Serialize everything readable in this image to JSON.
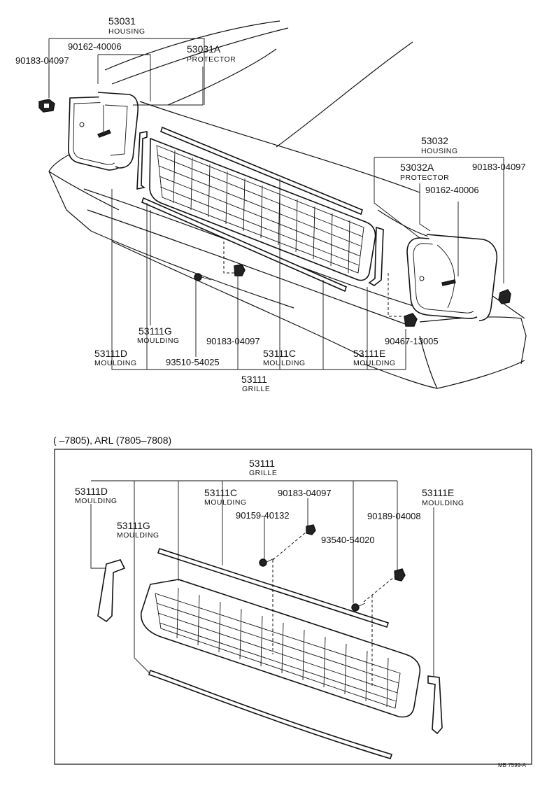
{
  "upper": {
    "housing_l": {
      "pn": "53031",
      "name": "HOUSING"
    },
    "screw_l": {
      "pn": "90162-40006"
    },
    "nut_l": {
      "pn": "90183-04097"
    },
    "protector_l": {
      "pn": "53031A",
      "name": "PROTECTOR"
    },
    "housing_r": {
      "pn": "53032",
      "name": "HOUSING"
    },
    "protector_r": {
      "pn": "53032A",
      "name": "PROTECTOR"
    },
    "nut_r": {
      "pn": "90183-04097"
    },
    "screw_r": {
      "pn": "90162-40006"
    },
    "moulding_g": {
      "pn": "53111G",
      "name": "MOULDING"
    },
    "moulding_d": {
      "pn": "53111D",
      "name": "MOULDING"
    },
    "nut_c": {
      "pn": "90183-04097"
    },
    "screw_c": {
      "pn": "93510-54025"
    },
    "moulding_c": {
      "pn": "53111C",
      "name": "MOULDING"
    },
    "moulding_e": {
      "pn": "53111E",
      "name": "MOULDING"
    },
    "clip": {
      "pn": "90467-13005"
    },
    "grille": {
      "pn": "53111",
      "name": "GRILLE"
    }
  },
  "lower": {
    "caption": "(      –7805), ARL (7805–7808)",
    "grille": {
      "pn": "53111",
      "name": "GRILLE"
    },
    "moulding_d": {
      "pn": "53111D",
      "name": "MOULDING"
    },
    "moulding_c": {
      "pn": "53111C",
      "name": "MOULDING"
    },
    "nut": {
      "pn": "90183-04097"
    },
    "moulding_e": {
      "pn": "53111E",
      "name": "MOULDING"
    },
    "screw1": {
      "pn": "90159-40132"
    },
    "moulding_g": {
      "pn": "53111G",
      "name": "MOULDING"
    },
    "nut2": {
      "pn": "90189-04008"
    },
    "screw2": {
      "pn": "93540-54020"
    }
  },
  "ref_code": "MB 7599-A"
}
